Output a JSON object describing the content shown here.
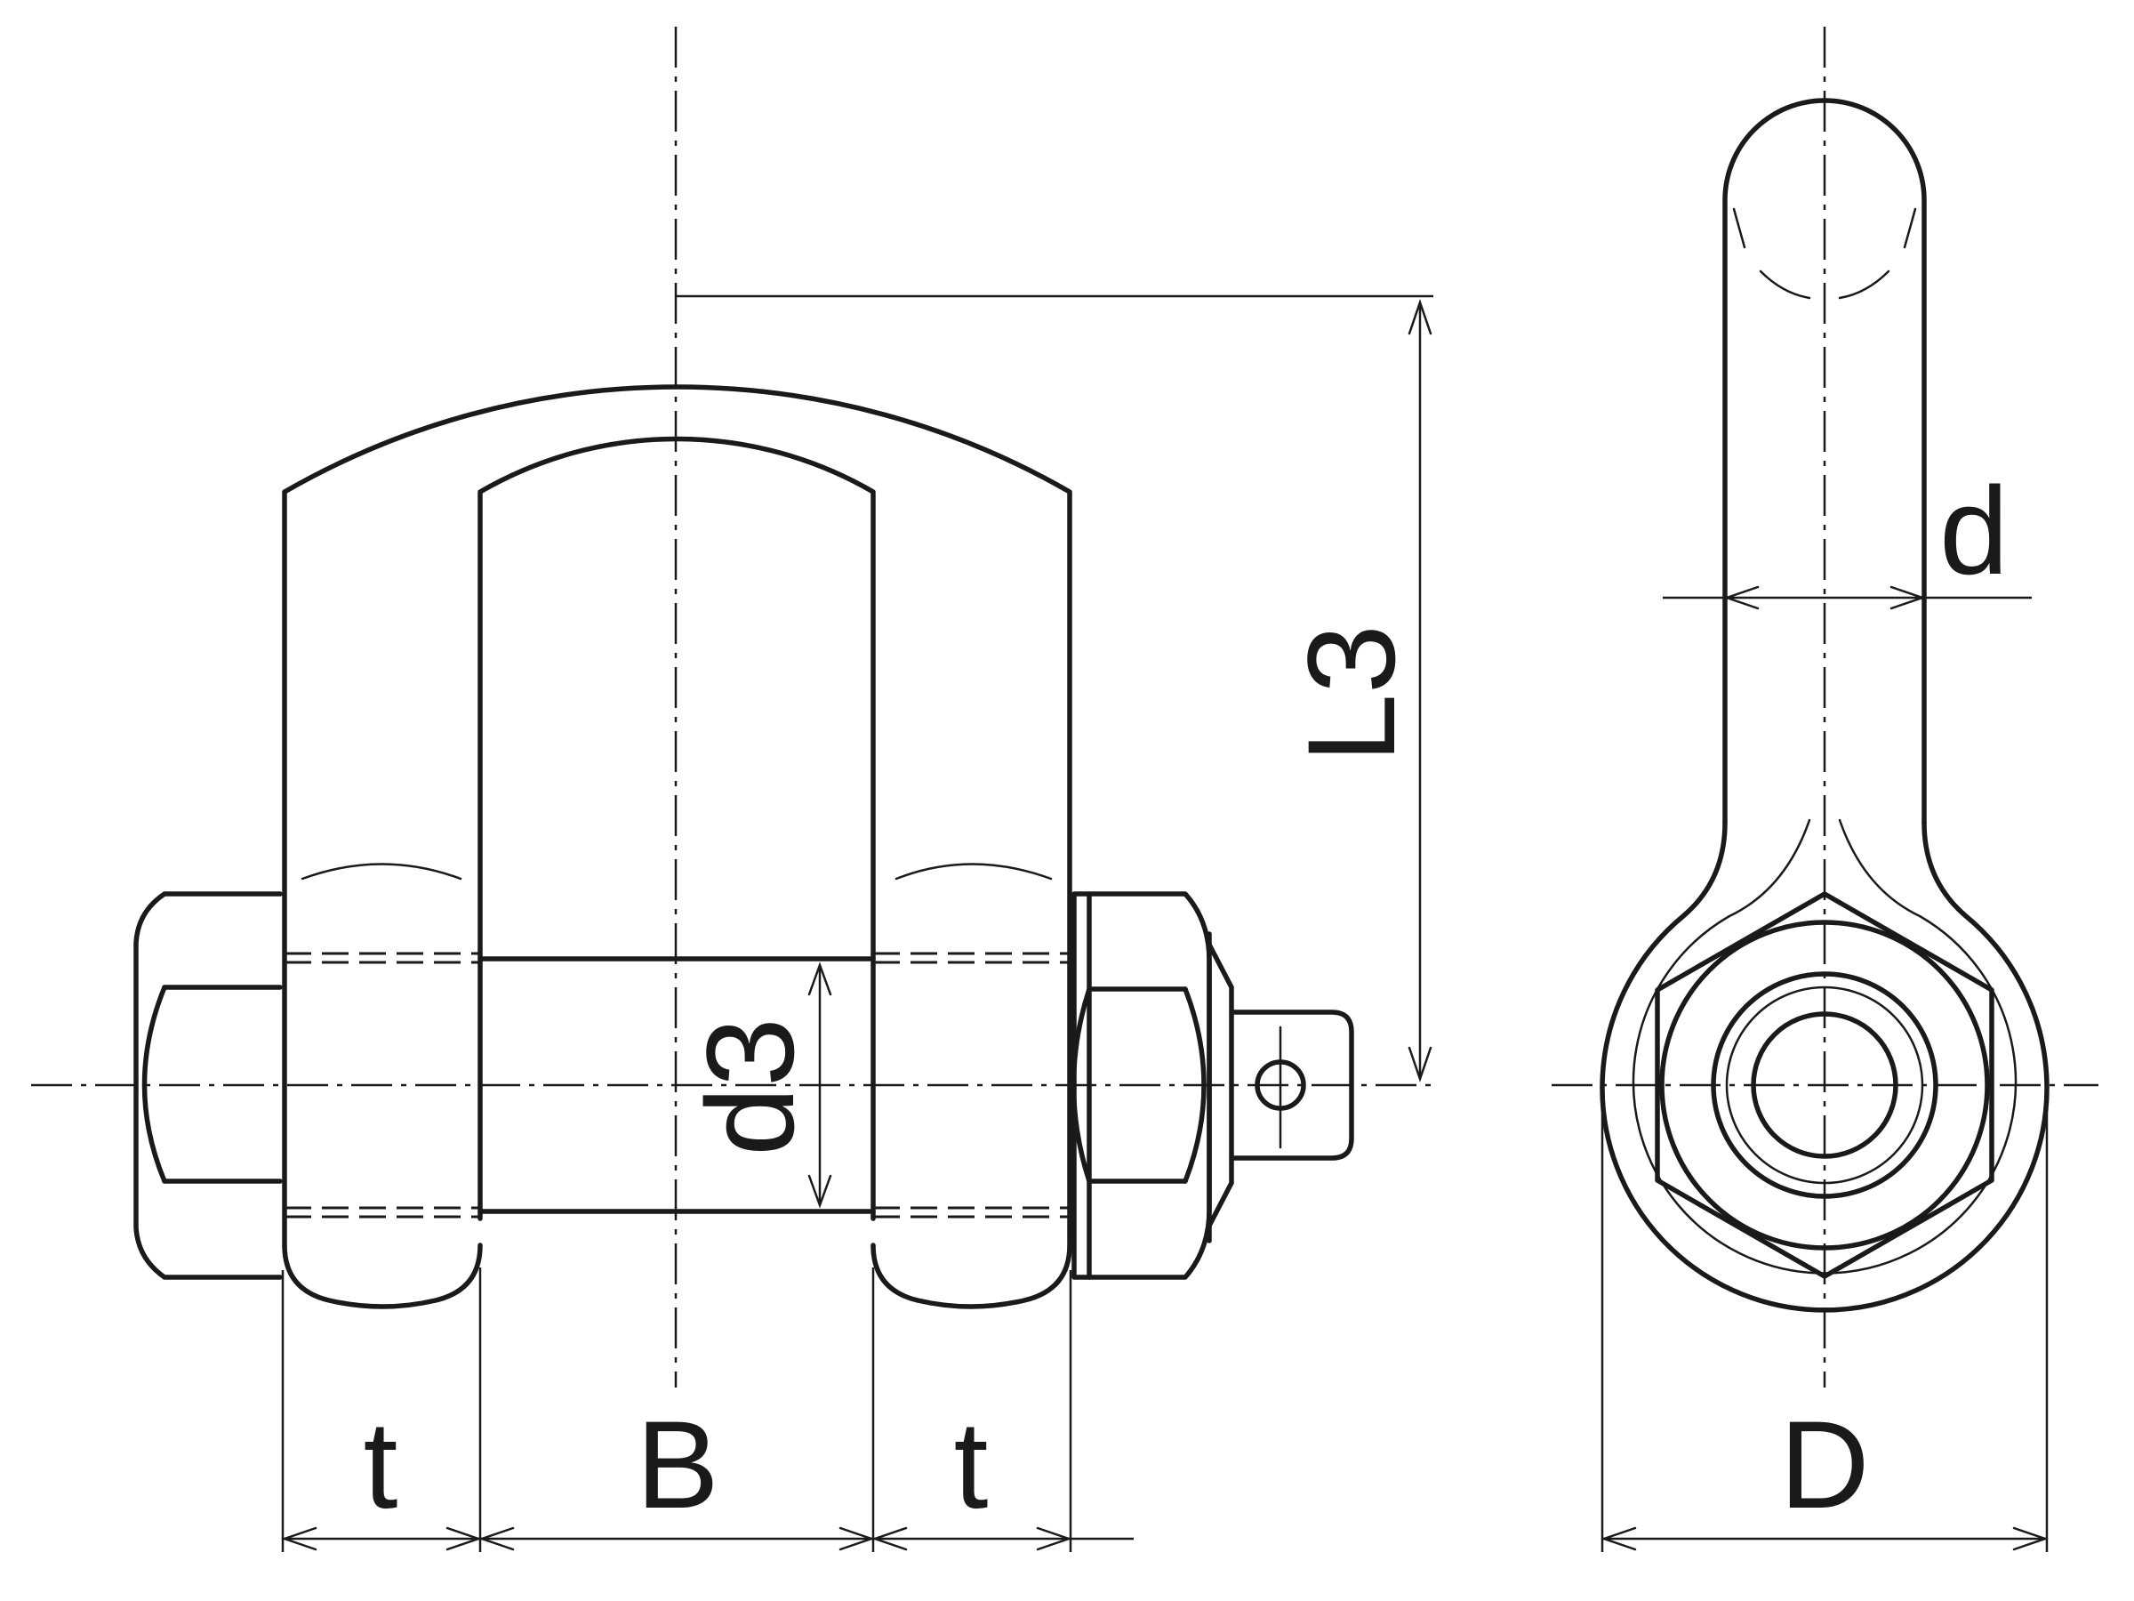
{
  "labels": {
    "t_left": "t",
    "B": "B",
    "t_right": "t",
    "D": "D",
    "d": "d",
    "L3": "L3",
    "d3": "d3"
  },
  "colors": {
    "line": "#1a1a1a",
    "background": "#ffffff"
  }
}
